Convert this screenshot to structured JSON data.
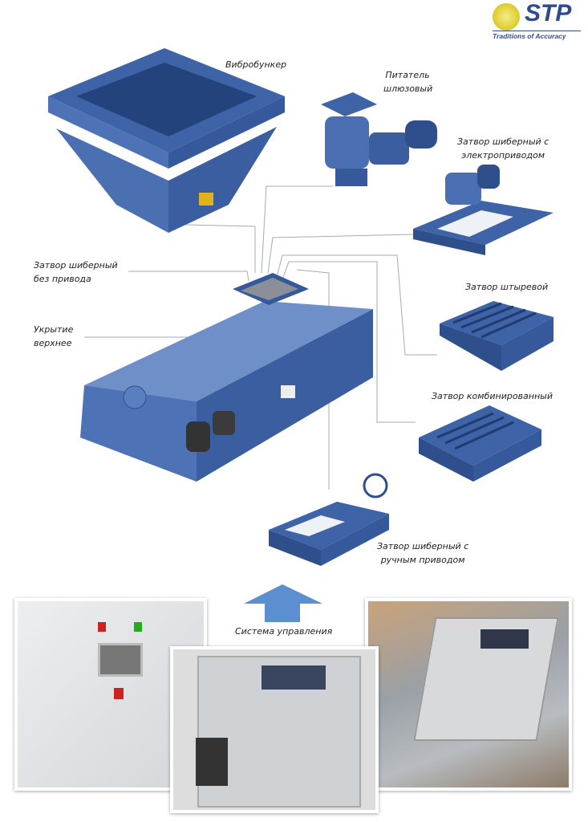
{
  "logo": {
    "name": "STP",
    "tagline": "Traditions of Accuracy"
  },
  "labels": {
    "vibrobunker": "Вибробункер",
    "feeder_l1": "Питатель",
    "feeder_l2": "шлюзовый",
    "electric_l1": "Затвор шиберный с",
    "electric_l2": "электроприводом",
    "nodrive_l1": "Затвор шиберный",
    "nodrive_l2": "без привода",
    "cover_l1": "Укрытие",
    "cover_l2": "верхнее",
    "pin": "Затвор штыревой",
    "combined": "Затвор комбинированный",
    "manual_l1": "Затвор шиберный с",
    "manual_l2": "ручным приводом",
    "control": "Система управления"
  },
  "colors": {
    "machine": "#3e63a6",
    "machine_dark": "#2a4a85",
    "arrow": "#5b8fd0",
    "leader": "#9aa3ad"
  }
}
